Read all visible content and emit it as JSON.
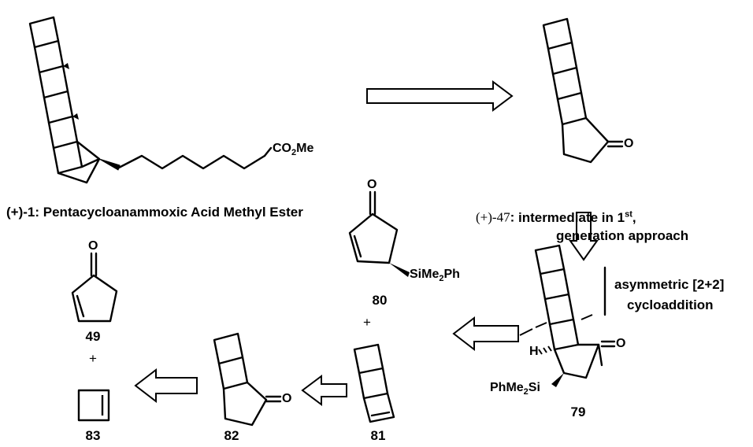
{
  "compounds": {
    "c1": {
      "number": "(+)-1",
      "name": "Pentacycloanammoxic Acid Methyl Ester",
      "ester_label": "CO2Me"
    },
    "c47": {
      "number": "(+)-47",
      "line1": "intermediate in 1st,",
      "line2": "generation approach",
      "ketone_o": "O"
    },
    "c79": {
      "number": "79",
      "h_label": "H",
      "si_label": "PhMe2Si",
      "ketone_o": "O",
      "step": [
        "asymmetric [2+2]",
        "cycloaddition"
      ]
    },
    "c80": {
      "number": "80",
      "ketone_o": "O",
      "si_label": "SiMe2Ph"
    },
    "c81": {
      "number": "81"
    },
    "c82": {
      "number": "82",
      "ketone_o": "O"
    },
    "c49": {
      "number": "49",
      "ketone_o": "O"
    },
    "c83": {
      "number": "83"
    }
  },
  "plus_signs": [
    "+",
    "+"
  ],
  "arrows": [
    {
      "type": "retrosynthetic",
      "from": "(+)-1",
      "to": "(+)-47"
    },
    {
      "type": "retrosynthetic",
      "from": "(+)-47",
      "to": "79"
    },
    {
      "type": "retrosynthetic",
      "from": "79",
      "to": "80 + 81"
    },
    {
      "type": "retrosynthetic",
      "from": "81",
      "to": "82"
    },
    {
      "type": "retrosynthetic",
      "from": "82",
      "to": "49 + 83"
    }
  ],
  "colors": {
    "ink": "#000000",
    "background": "#ffffff"
  }
}
